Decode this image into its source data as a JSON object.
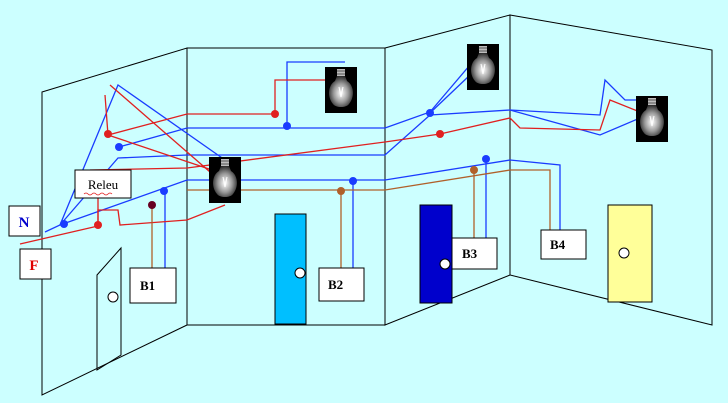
{
  "labels": {
    "neutral": "N",
    "phase": "F",
    "relay": "Releu",
    "b1": "B1",
    "b2": "B2",
    "b3": "B3",
    "b4": "B4"
  },
  "colors": {
    "background": "#ccffff",
    "neutral_wire": "#1a3cff",
    "phase_wire": "#e02020",
    "switch_wire": "#b0602a",
    "door_cyan": "#00bfff",
    "door_blue": "#0000cc",
    "door_yellow": "#ffff99",
    "neutral_label": "#0000cc",
    "phase_label": "#e00000"
  },
  "icons": {
    "bulb": "light-bulb-icon",
    "knob": "door-knob-icon"
  }
}
